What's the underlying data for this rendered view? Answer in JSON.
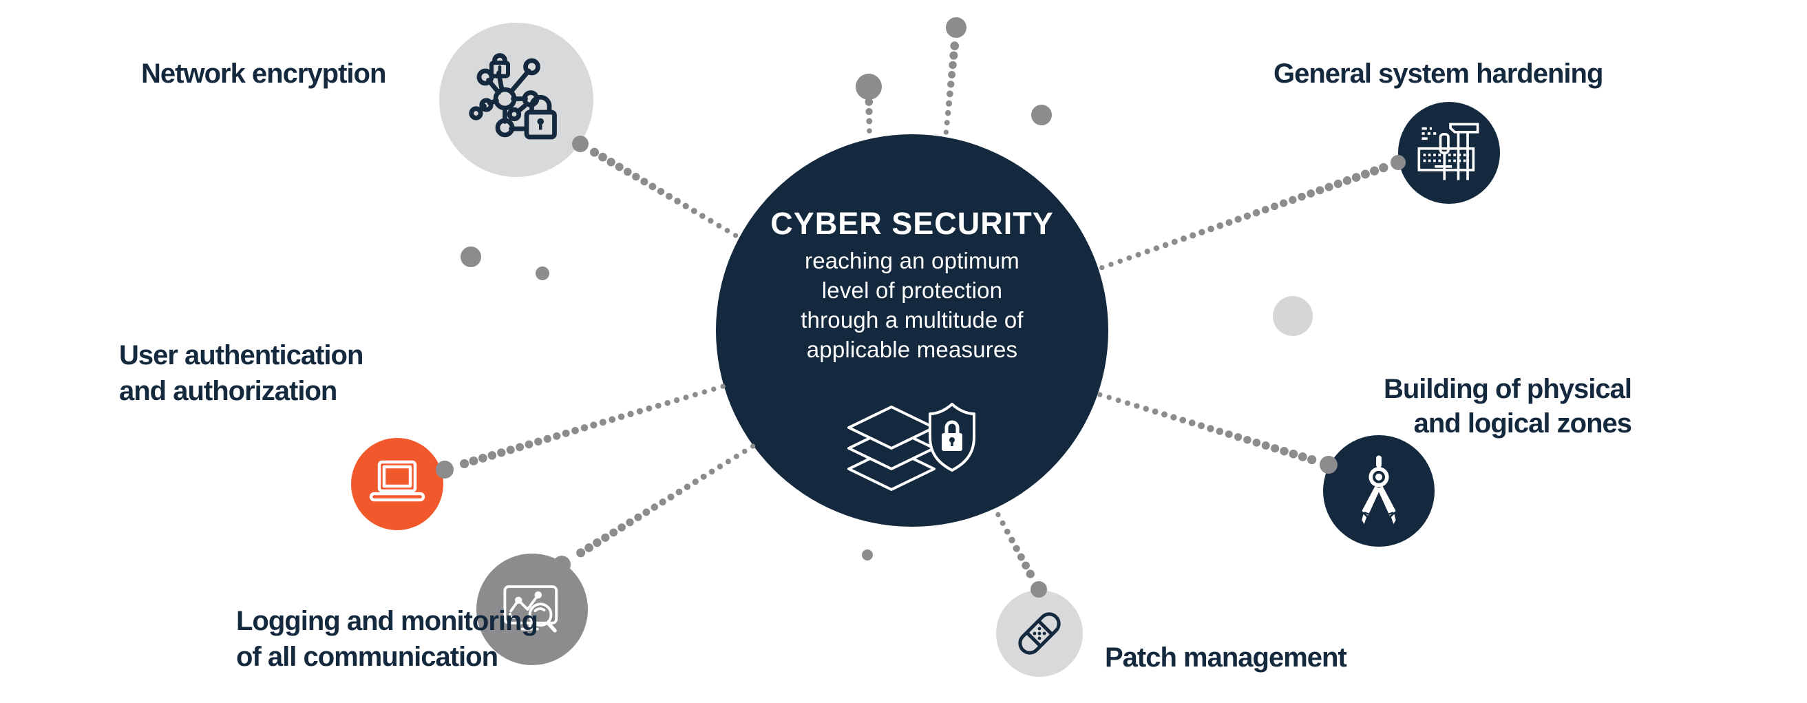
{
  "diagram": {
    "type": "hub-and-spoke infographic",
    "colors": {
      "navy": "#14293D",
      "orange": "#F1582C",
      "light_gray": "#D8D9DA",
      "mid_gray": "#8C8C8E",
      "dot_gray": "#8C8C8E",
      "pale_gray": "#D5D6D8",
      "white": "#FFFFFF",
      "background": "#FFFFFF"
    },
    "center": {
      "title": "CYBER SECURITY",
      "subtitle": "reaching an optimum level of protection through a multitude of applicable measures",
      "subtitle_lines": [
        "reaching an optimum",
        "level of protection",
        "through a multitude of",
        "applicable measures"
      ],
      "icon": "layers-shield-icon",
      "circle_color": "#14293D",
      "text_color": "#FFFFFF"
    },
    "nodes": [
      {
        "id": "network-encryption",
        "label": "Network encryption",
        "label_lines": [
          "Network encryption"
        ],
        "icon": "network-lock-icon",
        "circle_color": "#D8D9DA",
        "icon_color": "#14293D"
      },
      {
        "id": "general-system-hardening",
        "label": "General system hardening",
        "label_lines": [
          "General system hardening"
        ],
        "icon": "keyboard-tools-icon",
        "circle_color": "#14293D",
        "icon_color": "#FFFFFF"
      },
      {
        "id": "user-authentication-and-authorization",
        "label": "User authentication and authorization",
        "label_lines": [
          "User authentication",
          "and authorization"
        ],
        "icon": "laptop-icon",
        "circle_color": "#F1582C",
        "icon_color": "#FFFFFF"
      },
      {
        "id": "building-of-physical-and-logical-zones",
        "label": "Building of physical and logical zones",
        "label_lines": [
          "Building of physical",
          "and logical zones"
        ],
        "icon": "drafting-compass-icon",
        "circle_color": "#14293D",
        "icon_color": "#FFFFFF"
      },
      {
        "id": "logging-and-monitoring",
        "label": "Logging and monitoring of all communication",
        "label_lines": [
          "Logging and monitoring",
          "of all communication"
        ],
        "icon": "monitor-chart-magnifier-icon",
        "circle_color": "#8C8C8E",
        "icon_color": "#FFFFFF"
      },
      {
        "id": "patch-management",
        "label": "Patch management",
        "label_lines": [
          "Patch management"
        ],
        "icon": "bandage-icon",
        "circle_color": "#D8D9DA",
        "icon_color": "#14293D"
      }
    ]
  }
}
